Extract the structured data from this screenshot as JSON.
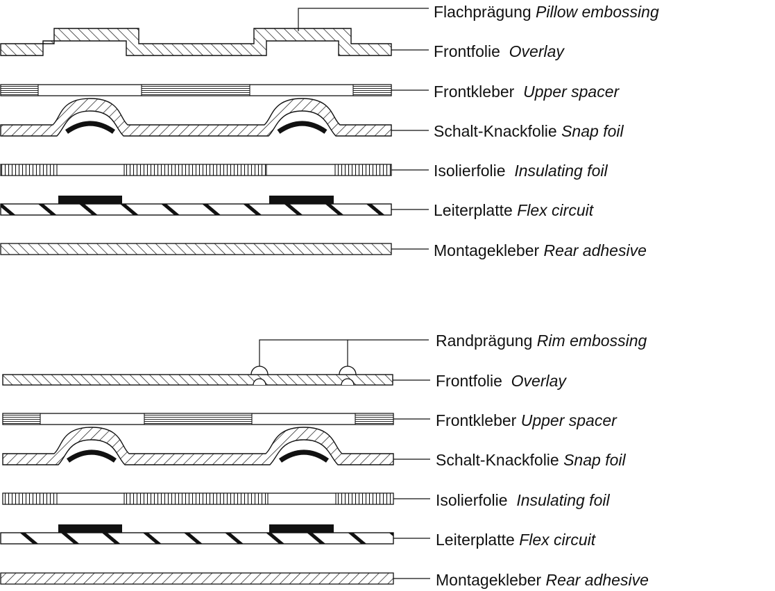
{
  "diagrams": [
    {
      "layers": [
        {
          "de": "Flachprägung",
          "en": "Pillow embossing"
        },
        {
          "de": "Frontfolie",
          "en": "Overlay"
        },
        {
          "de": "Frontkleber",
          "en": "Upper spacer"
        },
        {
          "de": "Schalt-Knackfolie",
          "en": "Snap foil"
        },
        {
          "de": "Isolierfolie",
          "en": "Insulating foil"
        },
        {
          "de": "Leiterplatte",
          "en": "Flex circuit"
        },
        {
          "de": "Montagekleber",
          "en": "Rear adhesive"
        }
      ]
    },
    {
      "layers": [
        {
          "de": "Randprägung",
          "en": "Rim embossing"
        },
        {
          "de": "Frontfolie",
          "en": "Overlay"
        },
        {
          "de": "Frontkleber",
          "en": "Upper spacer"
        },
        {
          "de": "Schalt-Knackfolie",
          "en": "Snap foil"
        },
        {
          "de": "Isolierfolie",
          "en": "Insulating foil"
        },
        {
          "de": "Leiterplatte",
          "en": "Flex circuit"
        },
        {
          "de": "Montagekleber",
          "en": "Rear adhesive"
        }
      ]
    }
  ],
  "colors": {
    "line": "#111111",
    "fill": "#ffffff"
  }
}
